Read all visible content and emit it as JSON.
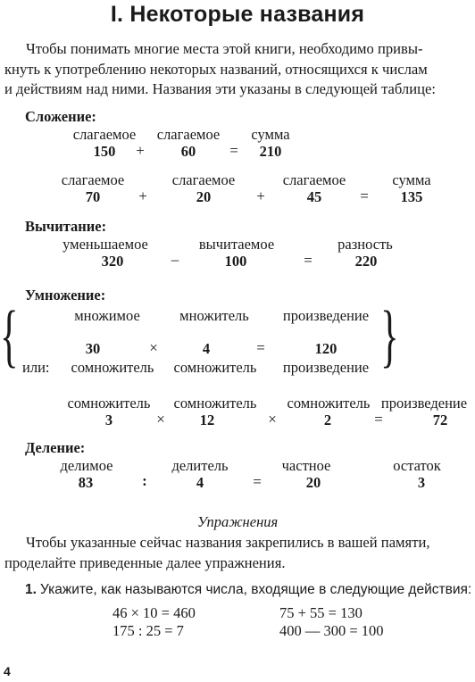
{
  "title": "I. Некоторые названия",
  "intro": [
    "Чтобы понимать многие места этой книги, необходимо привы-",
    "кнуть к употреблению некоторых названий, относящихся к числам",
    "и действиям над ними. Названия эти указаны в следующей таблице:"
  ],
  "addition": {
    "heading": "Сложение:",
    "row1": {
      "labels": [
        "слагаемое",
        "слагаемое",
        "сумма"
      ],
      "nums": [
        "150",
        "60",
        "210"
      ],
      "ops": [
        "+",
        "="
      ]
    },
    "row2": {
      "labels": [
        "слагаемое",
        "слагаемое",
        "слагаемое",
        "сумма"
      ],
      "nums": [
        "70",
        "20",
        "45",
        "135"
      ],
      "ops": [
        "+",
        "+",
        "="
      ]
    }
  },
  "subtraction": {
    "heading": "Вычитание:",
    "labels": [
      "уменьшаемое",
      "вычитаемое",
      "разность"
    ],
    "nums": [
      "320",
      "100",
      "220"
    ],
    "ops": [
      "–",
      "="
    ]
  },
  "multiplication": {
    "heading": "Умножение:",
    "brace_left": "{",
    "brace_right": "}",
    "top_labels": [
      "множимое",
      "множитель",
      "произведение"
    ],
    "nums": [
      "30",
      "4",
      "120"
    ],
    "ops": [
      "×",
      "="
    ],
    "or_prefix": "или:",
    "bottom_labels": [
      "сомножитель",
      "сомножитель",
      "произведение"
    ],
    "row2": {
      "labels": [
        "сомножитель",
        "сомножитель",
        "сомножитель",
        "произведение"
      ],
      "nums": [
        "3",
        "12",
        "2",
        "72"
      ],
      "ops": [
        "×",
        "×",
        "="
      ]
    }
  },
  "division": {
    "heading": "Деление:",
    "labels": [
      "делимое",
      "делитель",
      "частное",
      "остаток"
    ],
    "nums": [
      "83",
      "4",
      "20",
      "3"
    ],
    "ops": [
      ":",
      "="
    ]
  },
  "exercises": {
    "heading": "Упражнения",
    "text": [
      "Чтобы указанные сейчас названия закрепились в вашей памяти,",
      "проделайте приведенные далее упражнения."
    ],
    "item1": {
      "number": "1.",
      "text": "Укажите, как называются числа, входящие в следующие действия:",
      "examples": [
        "46 × 10 = 460",
        "75 + 55 = 130",
        "175 : 25 = 7",
        "400 — 300 = 100"
      ]
    }
  },
  "page_number": "4"
}
